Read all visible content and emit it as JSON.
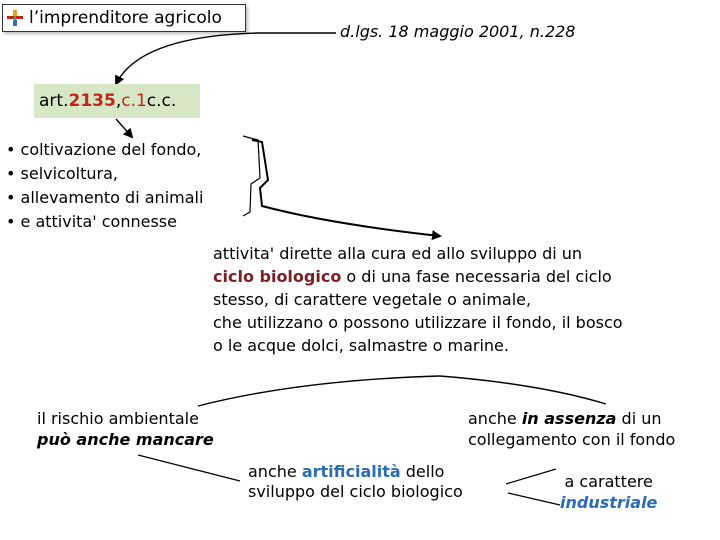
{
  "title": "l’imprenditore agricolo",
  "law_ref": "d.lgs. 18 maggio 2001, n.228",
  "article": {
    "prefix": "art. ",
    "number": "2135",
    "sep": ", ",
    "comma": "c.1",
    "suffix": " c.c."
  },
  "activities": [
    "• coltivazione del fondo,",
    "• selvicoltura,",
    "• allevamento di animali",
    "• e attivita' connesse"
  ],
  "definition": {
    "line1": "attivita' dirette alla cura ed allo sviluppo di un",
    "line2_highlight": "ciclo biologico",
    "line2_rest": " o di una fase necessaria del ciclo",
    "line3": "stesso, di carattere vegetale o animale,",
    "line4": "che utilizzano o possono utilizzare il fondo, il bosco",
    "line5": "o le acque dolci, salmastre o marine."
  },
  "risk": {
    "line1": "il rischio ambientale",
    "line2": "può anche mancare"
  },
  "absence": {
    "pre": "anche ",
    "emph": "in assenza",
    "post": " di un",
    "line2": "collegamento con il fondo"
  },
  "artificiality": {
    "pre": "anche ",
    "emph": "artificialità",
    "post": " dello",
    "line2": "sviluppo del ciclo biologico"
  },
  "industrial": {
    "line1": "a carattere",
    "line2": "industriale"
  },
  "colors": {
    "article_box": "#d7e7c6",
    "highlight_red": "#c0261a",
    "bio_cycle": "#7b1f24",
    "accent_blue": "#2a6cb8"
  }
}
